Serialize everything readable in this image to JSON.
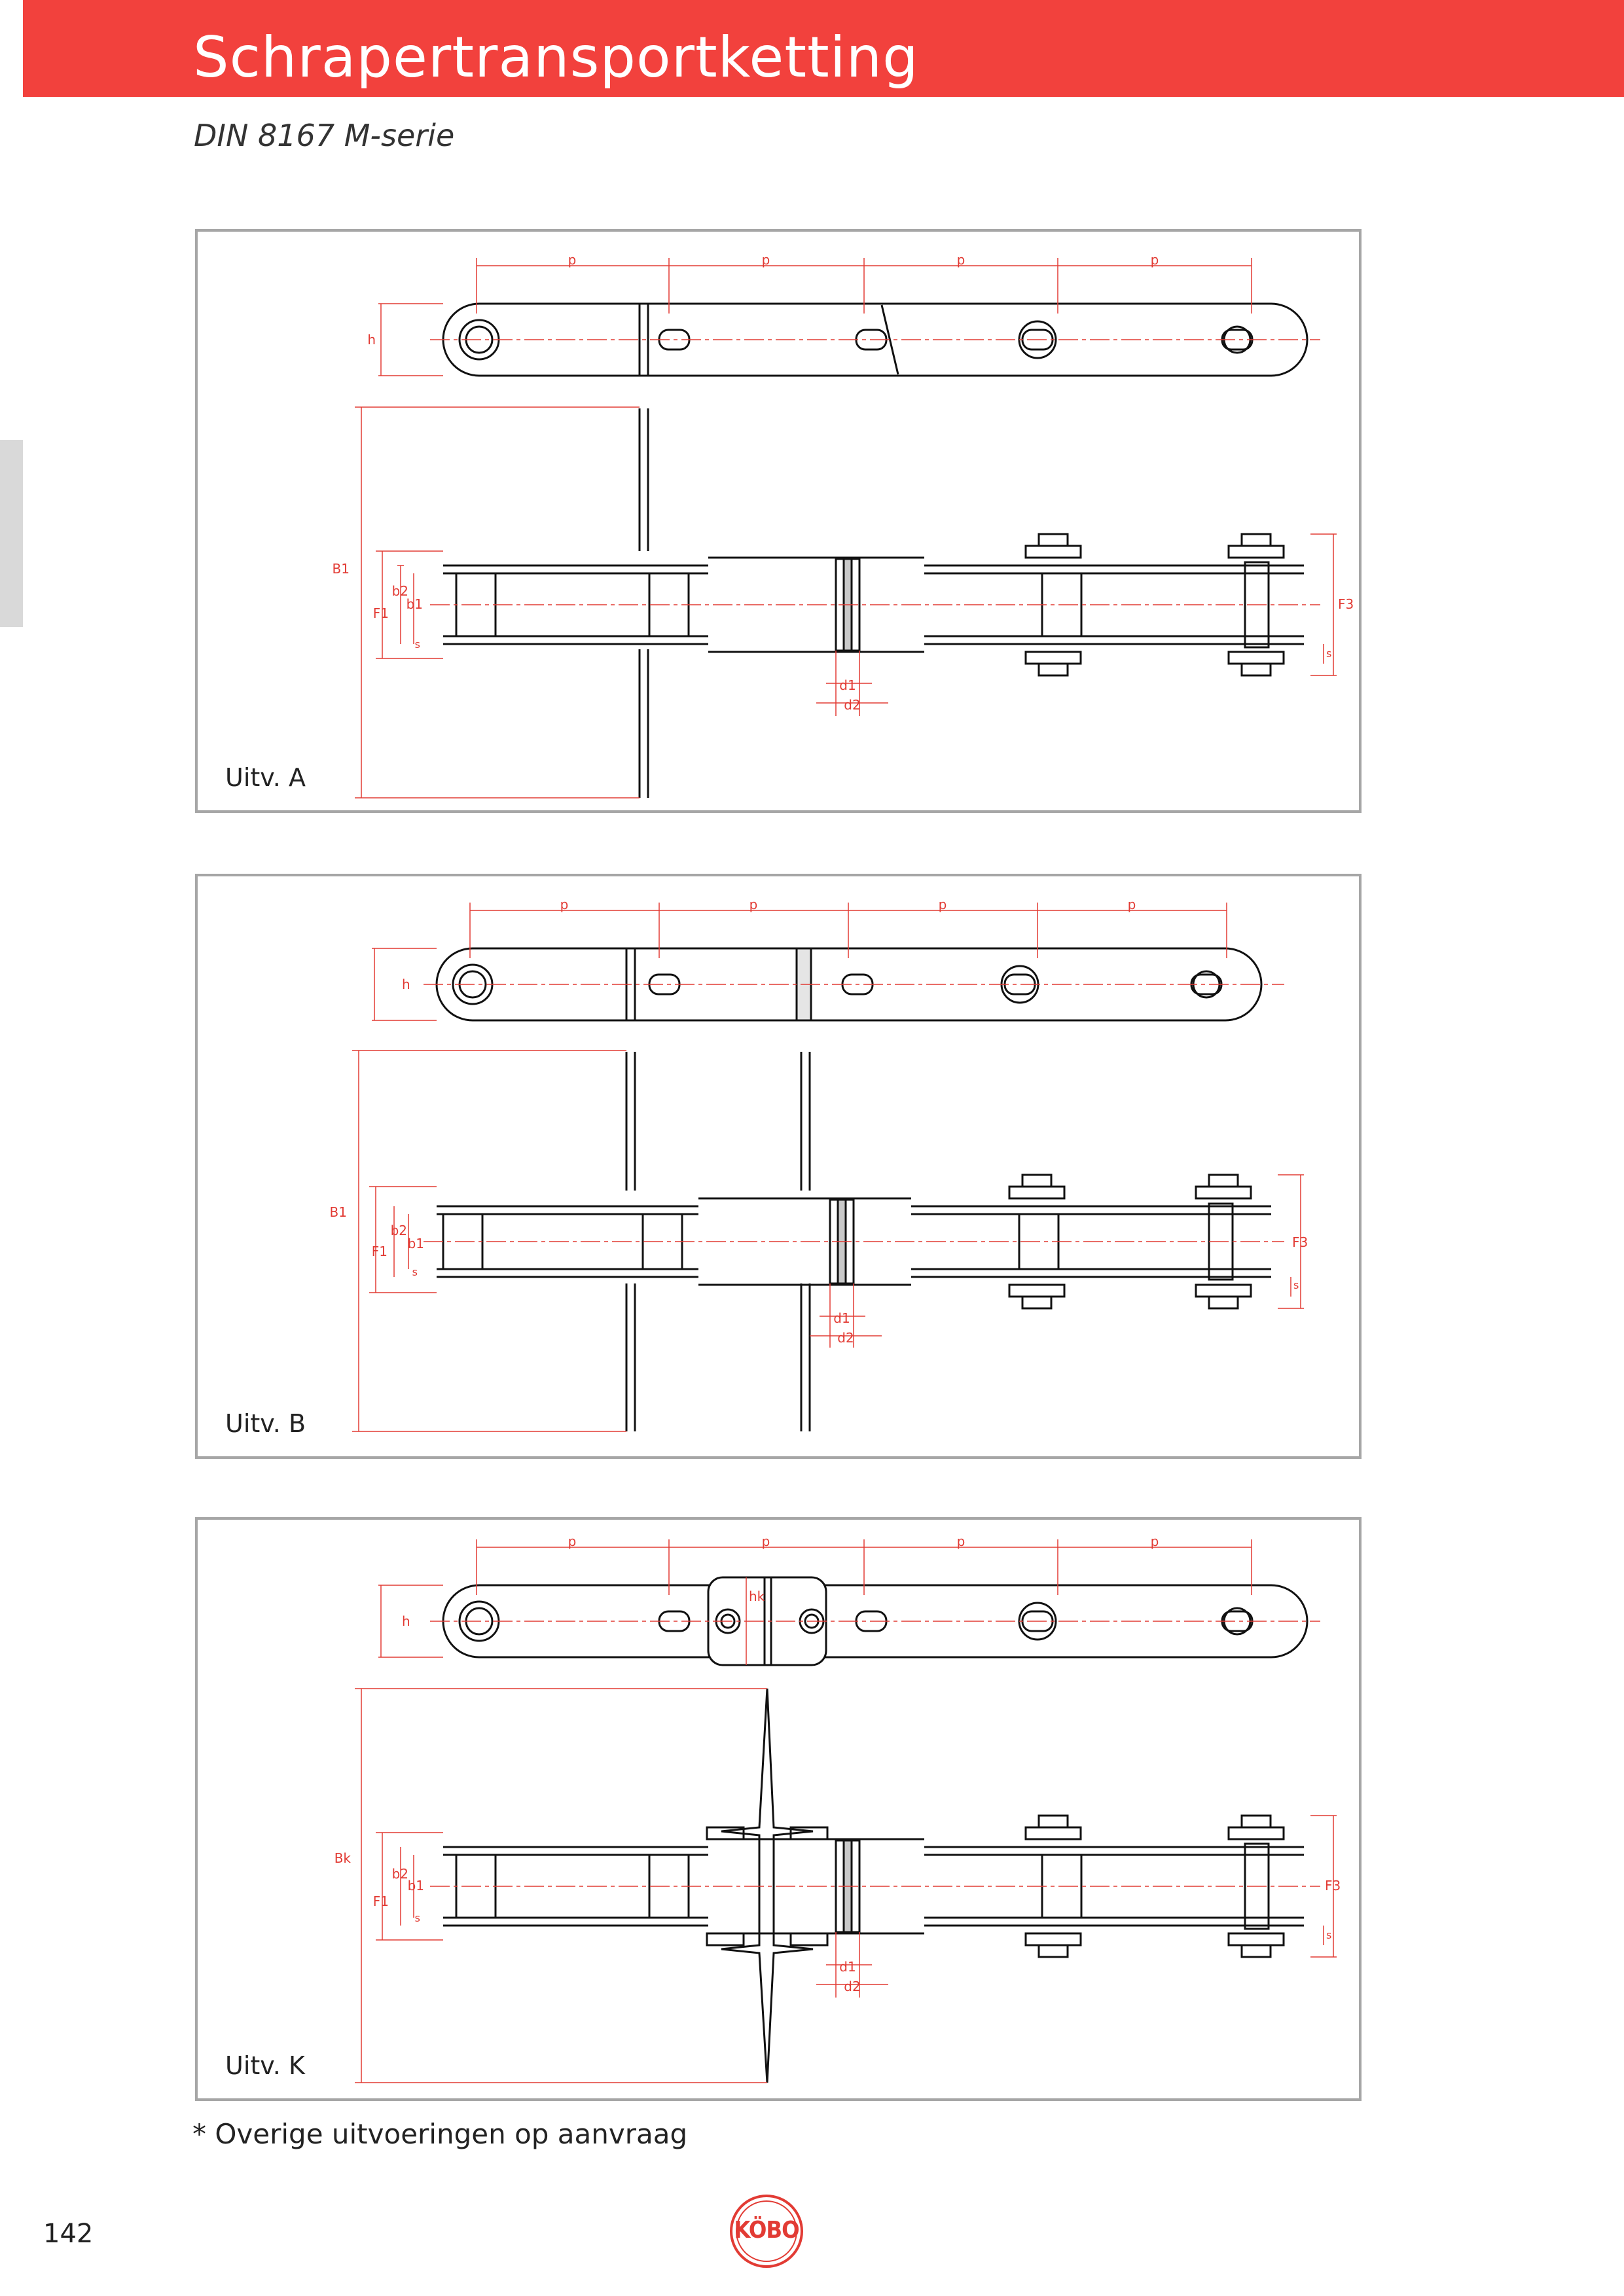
{
  "header": {
    "title": "Schrapertransportketting",
    "subtitle": "DIN 8167 M-serie",
    "accent_color": "#f2413d"
  },
  "panels": [
    {
      "label": "Uitv. A",
      "dims": {
        "p1": "p",
        "p2": "p",
        "p3": "p",
        "p4": "p",
        "h": "h",
        "B": "B1",
        "b2": "b2",
        "b1": "b1",
        "F1": "F1",
        "s": "s",
        "d1": "d1",
        "d2": "d2",
        "F3": "F3",
        "s2": "s"
      }
    },
    {
      "label": "Uitv. B",
      "dims": {
        "p1": "p",
        "p2": "p",
        "p3": "p",
        "p4": "p",
        "h": "h",
        "B": "B1",
        "b2": "b2",
        "b1": "b1",
        "F1": "F1",
        "s": "s",
        "d1": "d1",
        "d2": "d2",
        "F3": "F3",
        "s2": "s"
      }
    },
    {
      "label": "Uitv. K",
      "dims": {
        "p1": "p",
        "p2": "p",
        "p3": "p",
        "p4": "p",
        "h": "h",
        "hk": "hk",
        "B": "Bk",
        "b2": "b2",
        "b1": "b1",
        "F1": "F1",
        "s": "s",
        "d1": "d1",
        "d2": "d2",
        "F3": "F3",
        "s2": "s"
      }
    }
  ],
  "footnote": "* Overige uitvoeringen op aanvraag",
  "page_number": "142",
  "logo": {
    "text": "KÖBO",
    "color": "#e23b34"
  }
}
